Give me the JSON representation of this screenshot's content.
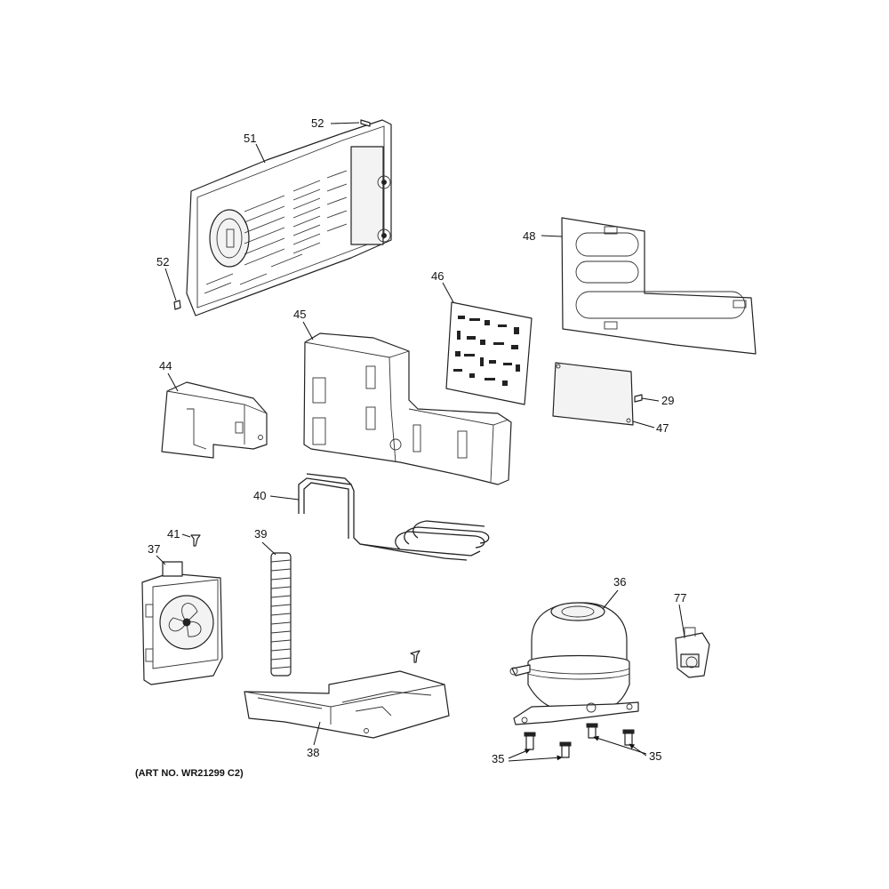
{
  "callouts": {
    "c52a": "52",
    "c51": "51",
    "c52b": "52",
    "c48": "48",
    "c46": "46",
    "c45": "45",
    "c44": "44",
    "c29": "29",
    "c47": "47",
    "c40": "40",
    "c41": "41",
    "c39": "39",
    "c37": "37",
    "c36": "36",
    "c77": "77",
    "c38": "38",
    "c35a": "35",
    "c35b": "35"
  },
  "art_number": "(ART NO. WR21299 C2)"
}
